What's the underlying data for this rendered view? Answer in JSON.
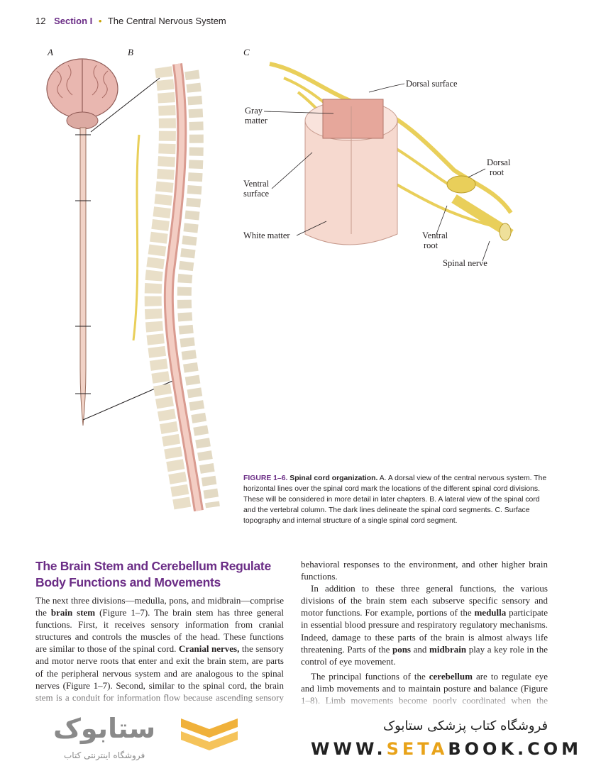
{
  "header": {
    "page_number": "12",
    "section": "Section I",
    "separator": "•",
    "title": "The Central Nervous System"
  },
  "figure": {
    "panel_labels": [
      "A",
      "B",
      "C"
    ],
    "labels": {
      "dorsal_surface": "Dorsal surface",
      "gray_matter_1": "Gray",
      "gray_matter_2": "matter",
      "dorsal_root_1": "Dorsal",
      "dorsal_root_2": "root",
      "ventral_surface_1": "Ventral",
      "ventral_surface_2": "surface",
      "white_matter": "White matter",
      "ventral_root_1": "Ventral",
      "ventral_root_2": "root",
      "spinal_nerve": "Spinal nerve"
    },
    "caption": {
      "number": "FIGURE 1–6.",
      "title": "Spinal cord organization.",
      "text": "A. A dorsal view of the central nervous system. The horizontal lines over the spinal cord mark the locations of the different spinal cord divisions. These will be considered in more detail in later chapters. B. A lateral view of the spinal cord and the vertebral column. The dark lines delineate the spinal cord segments. C. Surface topography and internal structure of a single spinal cord segment."
    }
  },
  "section": {
    "heading": "The Brain Stem and Cerebellum Regulate Body Functions and Movements",
    "col1": [
      "The next three divisions—medulla, pons, and midbrain—comprise the ",
      "brain stem",
      " (Figure 1–7). The brain stem has three general functions. First, it receives sensory information from cranial structures and controls the muscles of the head. These functions are similar to those of the spinal cord. ",
      "Cranial nerves,",
      " the sensory and motor nerve roots that enter and exit the brain stem, are parts of the peripheral nervous system and are analogous to the spinal nerves (Figure 1–7). Second, similar to the spinal cord, the brain stem is a conduit for information flow because ascending sensory and descending motor"
    ],
    "col2_p1": "behavioral responses to the environment, and other higher brain functions.",
    "col2_p2": [
      "In addition to these three general functions, the various divisions of the brain stem each subserve specific sensory and motor functions. For example, portions of the ",
      "medulla",
      " participate in essential blood pressure and respiratory regulatory mechanisms. Indeed, damage to these parts of the brain is almost always life threatening. Parts of the ",
      "pons",
      " and ",
      "midbrain",
      " play a key role in the control of eye movement."
    ],
    "col2_p3": [
      "The principal functions of the ",
      "cerebellum",
      " are to regulate eye and limb movements and to maintain posture and balance (Figure 1–8). Limb movements become poorly coordinated when the cerebellum is damaged. In addition, parts of the cer-"
    ]
  },
  "banner": {
    "logo_text": "ستابوک",
    "logo_sub": "فروشگاه اینترنتی کتاب",
    "store_name": "فروشگاه کتاب پزشکی ستابوک",
    "url_prefix": "WWW.",
    "url_highlight": "SETA",
    "url_suffix": "BOOK.COM"
  },
  "colors": {
    "accent": "#6b2d86",
    "yellow": "#e8a31a",
    "nerve": "#e9cf5a",
    "cord": "#f2c8bb",
    "bone": "#e6dfcf"
  }
}
